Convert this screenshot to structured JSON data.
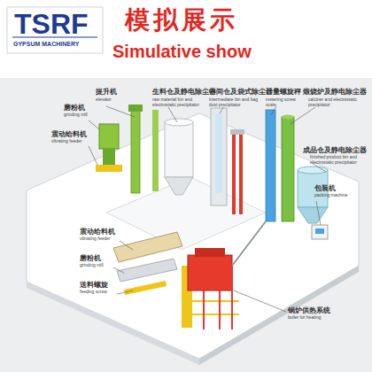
{
  "diagram": {
    "title": "模拟展示",
    "labels": [
      "TSRF",
      "GYPSUM MACHINERY",
      "Simulative show",
      "提升机",
      "elevator",
      "生料仓及静电除尘器",
      "raw material bin and electrostatic precipitator",
      "中间仓及袋式除尘器",
      "intermediate bin and bag dust precipitator",
      "计量螺旋秤",
      "metering screw scale",
      "煅烧炉及静电除尘器",
      "calciner and electrostatic precipitator",
      "磨粉机",
      "grinding mill",
      "震动给料机",
      "vibrating feeder",
      "成品仓及静电除尘器",
      "finished product bin and electrostatic precipitator",
      "包装机",
      "packing machine",
      "震动给料机",
      "vibrating feeder",
      "磨粉机",
      "grinding mill",
      "送料螺旋",
      "feeding screw",
      "锅炉供热系统",
      "boiler for heating"
    ]
  }
}
